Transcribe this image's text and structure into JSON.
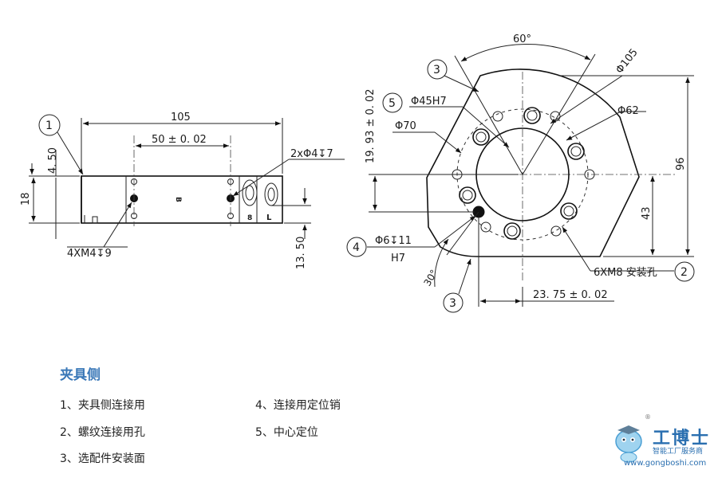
{
  "side_view": {
    "callout_1": "1",
    "dim_105": "105",
    "dim_50": "50 ± 0. 02",
    "dim_4_50": "4. 50",
    "dim_18": "18",
    "dim_13_50": "13. 50",
    "hole_2x": "2xΦ4↧7",
    "hole_4x": "4XM4↧9",
    "mark_b": "B"
  },
  "front_view": {
    "angle_60": "60°",
    "angle_30": "30°",
    "dia_105": "Φ105",
    "dia_62": "Φ62",
    "dia_45h7": "Φ45H7",
    "dia_70": "Φ70",
    "dim_19_93": "19. 93 ± 0. 02",
    "dim_96": "96",
    "dim_43": "43",
    "dim_23_75": "23. 75 ± 0. 02",
    "pin_hole": "Φ6↧11",
    "pin_fit": "H7",
    "mount_holes": "6XM8 安装孔",
    "callout_2": "2",
    "callout_3a": "3",
    "callout_3b": "3",
    "callout_4": "4",
    "callout_5": "5"
  },
  "legend": {
    "title": "夹具侧",
    "item1": "1、夹具侧连接用",
    "item2": "2、螺纹连接用孔",
    "item3": "3、选配件安装面",
    "item4": "4、连接用定位销",
    "item5": "5、中心定位"
  },
  "logo": {
    "name": "工博士",
    "tagline": "智能工厂服务商",
    "url": "www.gongboshi.com",
    "reg": "®"
  }
}
